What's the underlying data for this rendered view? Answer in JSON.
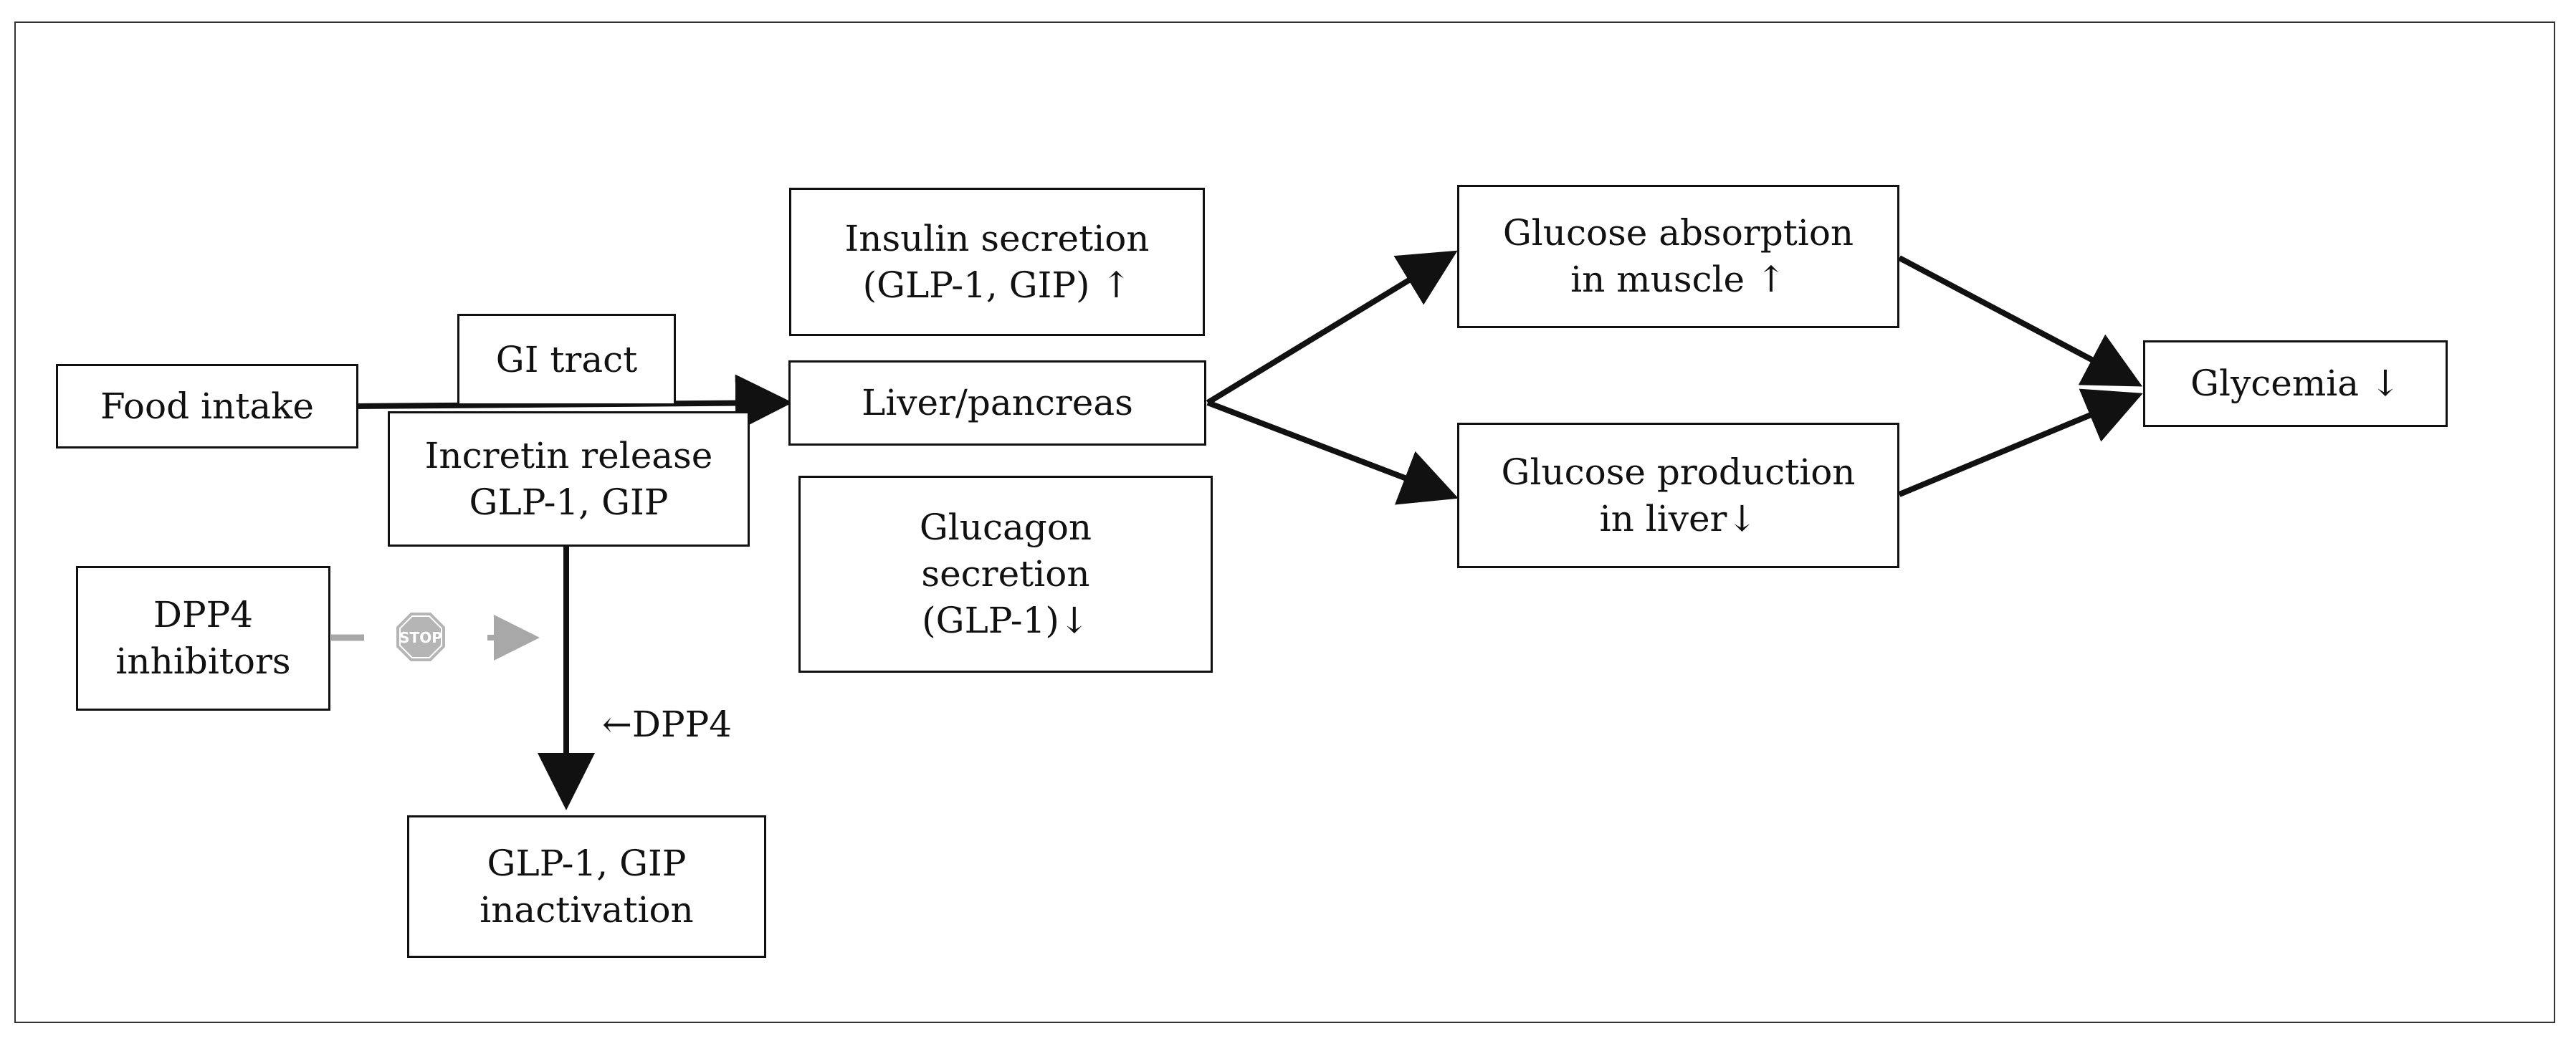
{
  "nodes": {
    "food_intake": "Food intake",
    "gi_tract": "GI tract",
    "incretin_release": "Incretin  release\nGLP-1,  GIP",
    "dpp4_inhibitors": "DPP4\ninhibitors",
    "stop_sign": "STOP",
    "dpp4_label": "←DPP4",
    "inactivation": "GLP-1,  GIP\ninactivation",
    "insulin_secretion": "Insulin  secretion\n(GLP-1,  GIP) ↑",
    "liver_pancreas": "Liver/pancreas",
    "glucagon_secretion": "Glucagon\nsecretion\n(GLP-1)↓",
    "glucose_absorption": "Glucose  absorption\nin  muscle  ↑",
    "glucose_production": "Glucose  production\nin  liver↓",
    "glycemia": "Glycemia  ↓"
  },
  "colors": {
    "line": "#111111",
    "grey_arrow": "#a8a8a8",
    "stop_fill": "#b5b5b5"
  }
}
